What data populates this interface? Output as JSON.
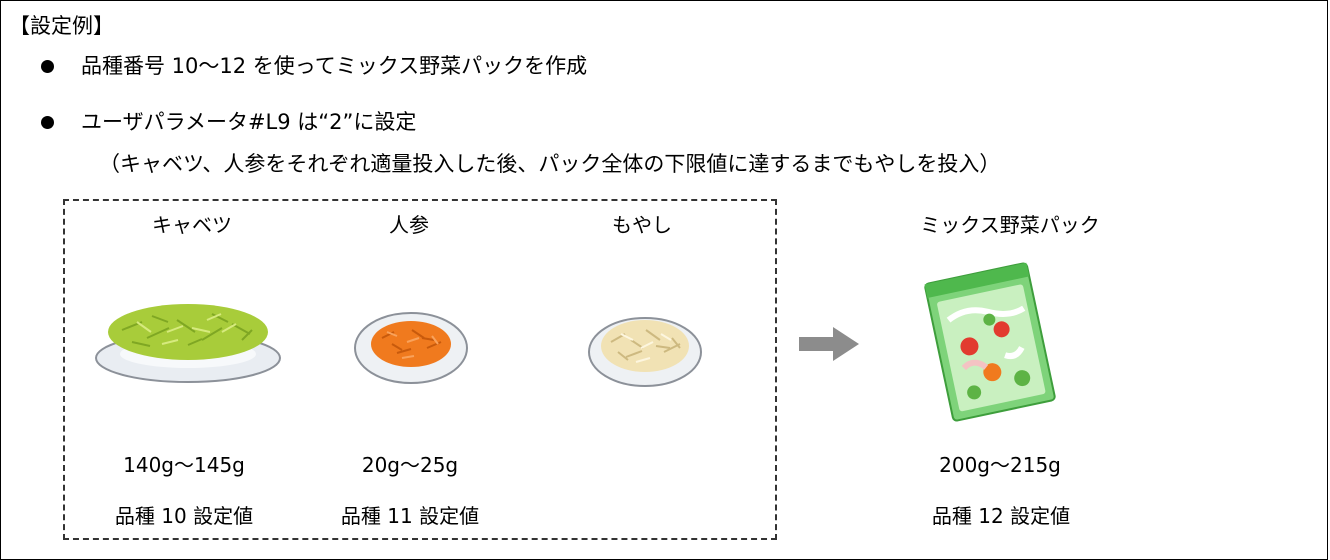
{
  "header": "【設定例】",
  "bullets": [
    "品種番号 10～12 を使ってミックス野菜パックを作成",
    "ユーザパラメータ#L9 は“2”に設定"
  ],
  "note": "（キャベツ、人参をそれぞれ適量投入した後、パック全体の下限値に達するまでもやしを投入）",
  "items": [
    {
      "name": "キャベツ",
      "range": "140g～145g",
      "setting": "品種 10 設定値",
      "icon": "cabbage-plate-icon"
    },
    {
      "name": "人参",
      "range": "20g～25g",
      "setting": "品種 11 設定値",
      "icon": "carrot-plate-icon"
    },
    {
      "name": "もやし",
      "icon": "bean-sprouts-plate-icon"
    }
  ],
  "arrow_icon": "arrow-right-icon",
  "result": {
    "name": "ミックス野菜パック",
    "range": "200g～215g",
    "setting": "品種 12 設定値",
    "icon": "vegetable-pack-icon"
  },
  "colors": {
    "cabbage": "#a8cc3a",
    "carrot": "#f07a1e",
    "sprouts": "#f1e2b4",
    "pack": "#5cc45a",
    "arrow": "#8c8c8c"
  }
}
